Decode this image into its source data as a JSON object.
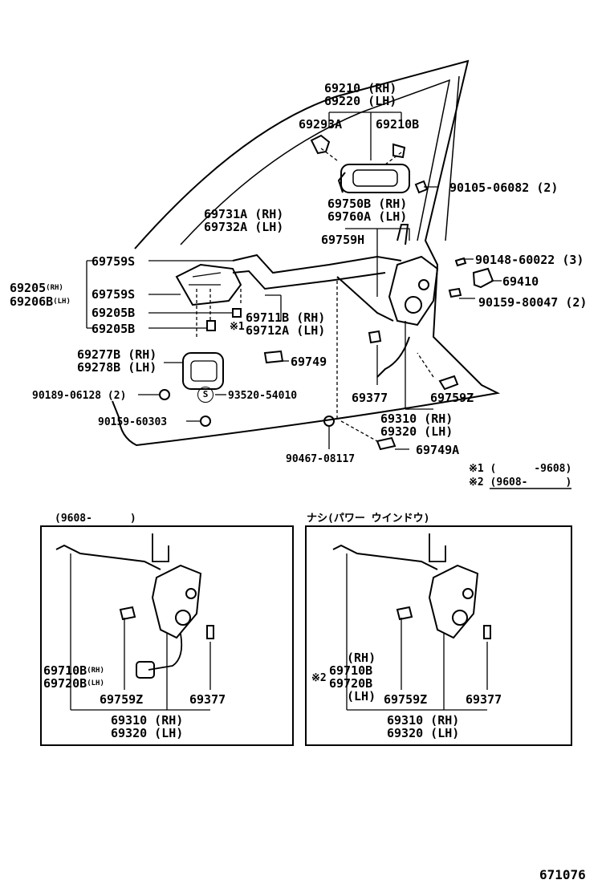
{
  "labels": {
    "p69210": "69210 (RH)",
    "p69220": "69220 (LH)",
    "p69293A": "69293A",
    "p69210B": "69210B",
    "p90105": "90105-06082 (2)",
    "p69750B": "69750B (RH)",
    "p69760A": "69760A (LH)",
    "p69731A": "69731A (RH)",
    "p69732A": "69732A (LH)",
    "p69759H": "69759H",
    "p90148": "90148-60022 (3)",
    "p69759S_1": "69759S",
    "p69205_rh": "69205",
    "p69206_lh": "69206B",
    "rh_small": "(RH)",
    "lh_small": "(LH)",
    "p69759S_2": "69759S",
    "p69410": "69410",
    "p90159_80047": "90159-80047 (2)",
    "p69205B_1": "69205B",
    "p69711B": "69711B (RH)",
    "p69712A": "69712A (LH)",
    "mark1": "※1",
    "p69205B_2": "69205B",
    "p69277B": "69277B (RH)",
    "p69278B": "69278B (LH)",
    "p69749": "69749",
    "p90189": "90189-06128 (2)",
    "s_mark": "S",
    "p93520": "93520-54010",
    "p69377": "69377",
    "p69759Z": "69759Z",
    "p90159_60303": "90159-60303",
    "p69310": "69310 (RH)",
    "p69320": "69320 (LH)",
    "p90467": "90467-08117",
    "p69749A": "69749A",
    "note1": "※1 (      -9608)",
    "note2": "※2 (9608-      )"
  },
  "left_box": {
    "caption": "(9608-      )",
    "p69710B": "69710B",
    "p69720B": "69720B",
    "rh_small": "(RH)",
    "lh_small": "(LH)",
    "p69759Z": "69759Z",
    "p69377": "69377",
    "p69310": "69310 (RH)",
    "p69320": "69320 (LH)"
  },
  "right_box": {
    "caption": "ナシ(パワー ウインドウ)",
    "rh": "(RH)",
    "mark2": "※2",
    "p69710B": "69710B",
    "p69720B": "69720B",
    "lh": "(LH)",
    "p69759Z": "69759Z",
    "p69377": "69377",
    "p69310": "69310 (RH)",
    "p69320": "69320 (LH)"
  },
  "figure_number": "671076"
}
